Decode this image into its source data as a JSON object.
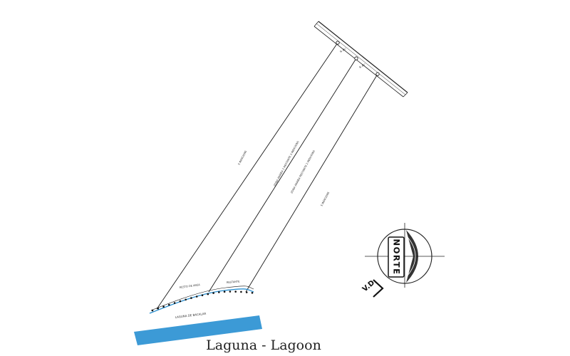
{
  "caption": "Laguna - Lagoon",
  "lagoon_label": "LAGUNA DE BACALAR",
  "compass": {
    "label": "NORTE"
  },
  "vd_label": "V.D.",
  "lot_labels": {
    "left_neighbor": "S INDICIONS",
    "right_neighbor": "S INDICIONS",
    "lot_a": "ZONA ARRIBA 2 RESTANTE 3 INDICIONS",
    "lot_b": "ZONA ARRIBA RESTANTE 2 INDICIONS",
    "shore_left": "RESTO DE AREA",
    "shore_right": "RESTANTE"
  },
  "colors": {
    "lagoon": "#3c9ad6",
    "lines": "#1a1a1a",
    "road": "#222222"
  }
}
